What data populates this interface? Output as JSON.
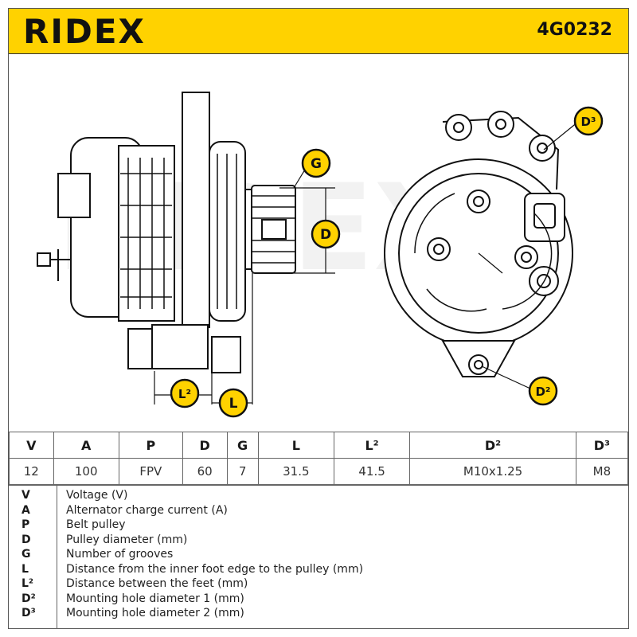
{
  "header": {
    "brand": "RIDEX",
    "part_number": "4G0232"
  },
  "callouts": {
    "grooves": "G",
    "diameter": "D",
    "feet": "L²",
    "pulley_dist": "L",
    "hole1": "D²",
    "hole2": "D³"
  },
  "specs": {
    "headers": [
      "V",
      "A",
      "P",
      "D",
      "G",
      "L",
      "L²",
      "D²",
      "D³"
    ],
    "values": [
      "12",
      "100",
      "FPV",
      "60",
      "7",
      "31.5",
      "41.5",
      "M10x1.25",
      "M8"
    ]
  },
  "legend": [
    {
      "key": "V",
      "desc": "Voltage (V)"
    },
    {
      "key": "A",
      "desc": "Alternator charge current (A)"
    },
    {
      "key": "P",
      "desc": "Belt pulley"
    },
    {
      "key": "D",
      "desc": "Pulley diameter (mm)"
    },
    {
      "key": "G",
      "desc": "Number of grooves"
    },
    {
      "key": "L",
      "desc": "Distance from the inner foot edge to the pulley (mm)"
    },
    {
      "key": "L²",
      "desc": "Distance between the feet (mm)"
    },
    {
      "key": "D²",
      "desc": "Mounting hole diameter 1 (mm)"
    },
    {
      "key": "D³",
      "desc": "Mounting hole diameter 2 (mm)"
    }
  ],
  "colors": {
    "brand_yellow": "#ffd200",
    "ink": "#1a1a1a",
    "callout_fill": "#ffd200"
  }
}
